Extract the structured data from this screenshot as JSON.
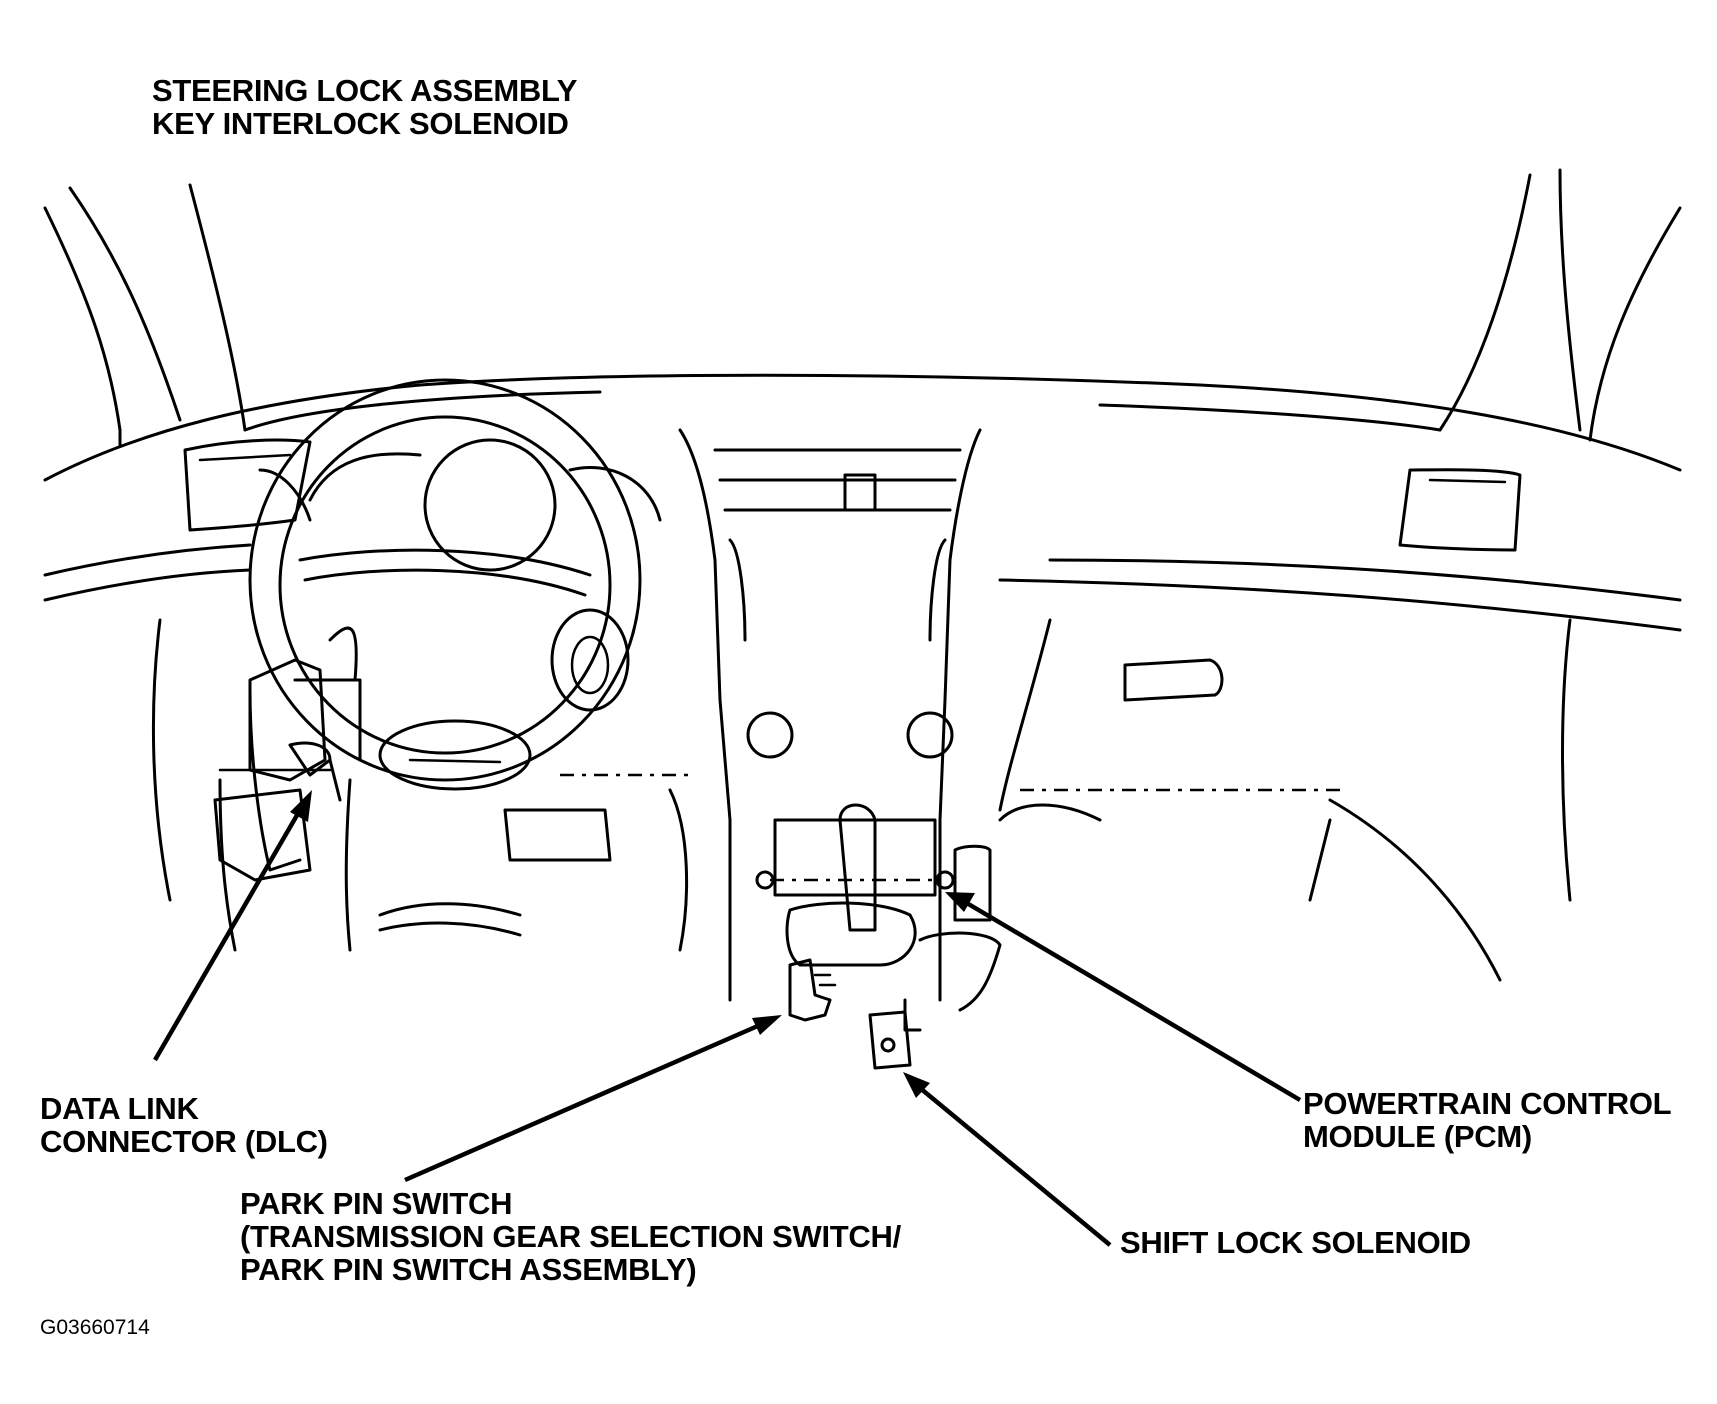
{
  "labels": {
    "steering_lock": [
      "STEERING LOCK ASSEMBLY",
      "KEY INTERLOCK SOLENOID"
    ],
    "dlc": [
      "DATA LINK",
      "CONNECTOR (DLC)"
    ],
    "pcm": [
      "POWERTRAIN CONTROL",
      "MODULE (PCM)"
    ],
    "park_pin": [
      "PARK PIN SWITCH",
      "(TRANSMISSION GEAR SELECTION SWITCH/",
      "PARK PIN SWITCH ASSEMBLY)"
    ],
    "shift_lock": [
      "SHIFT LOCK SOLENOID"
    ]
  },
  "figure_code": "G03660714"
}
